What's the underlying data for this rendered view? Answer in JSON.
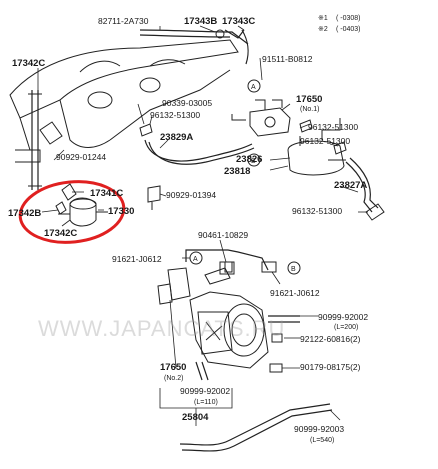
{
  "notes": {
    "note1_mark": "※1",
    "note1_text": "( -0308)",
    "note2_mark": "※2",
    "note2_text": "( -0403)"
  },
  "labels": {
    "l_82711": "82711-2A730",
    "l_17343B": "17343B",
    "l_17343C": "17343C",
    "l_17342C_a": "17342C",
    "l_91511": "91511-B0812",
    "l_17650_a": "17650",
    "l_17650_a_sub": "(No.1)",
    "l_90339": "90339-03005",
    "l_96132_a": "96132-51300",
    "l_96132_b": "96132-51300",
    "l_23829A": "23829A",
    "l_96132_c": "96132-51300",
    "l_23826": "23826",
    "l_23818": "23818",
    "l_90929_a": "90929-01244",
    "l_23827A": "23827A",
    "l_17341C": "17341C",
    "l_90929_b": "90929-01394",
    "l_17342B": "17342B",
    "l_17330": "17330",
    "l_96132_d": "96132-51300",
    "l_17342C_b": "17342C",
    "l_90461": "90461-10829",
    "l_91621_a": "91621-J0612",
    "l_91621_b": "91621-J0612",
    "l_90999_a": "90999-92002",
    "l_90999_a_sub": "(L=200)",
    "l_92122": "92122-60816(2)",
    "l_90179": "90179-08175(2)",
    "l_17650_b": "17650",
    "l_17650_b_sub": "(No.2)",
    "l_90999_b": "90999-92002",
    "l_90999_b_sub": "(L=110)",
    "l_25804": "25804",
    "l_90999_c": "90999-92003",
    "l_90999_c_sub": "(L=540)"
  },
  "callouts": {
    "a": "A",
    "b": "B"
  },
  "watermark": "WWW.JAPANCATS.RU"
}
